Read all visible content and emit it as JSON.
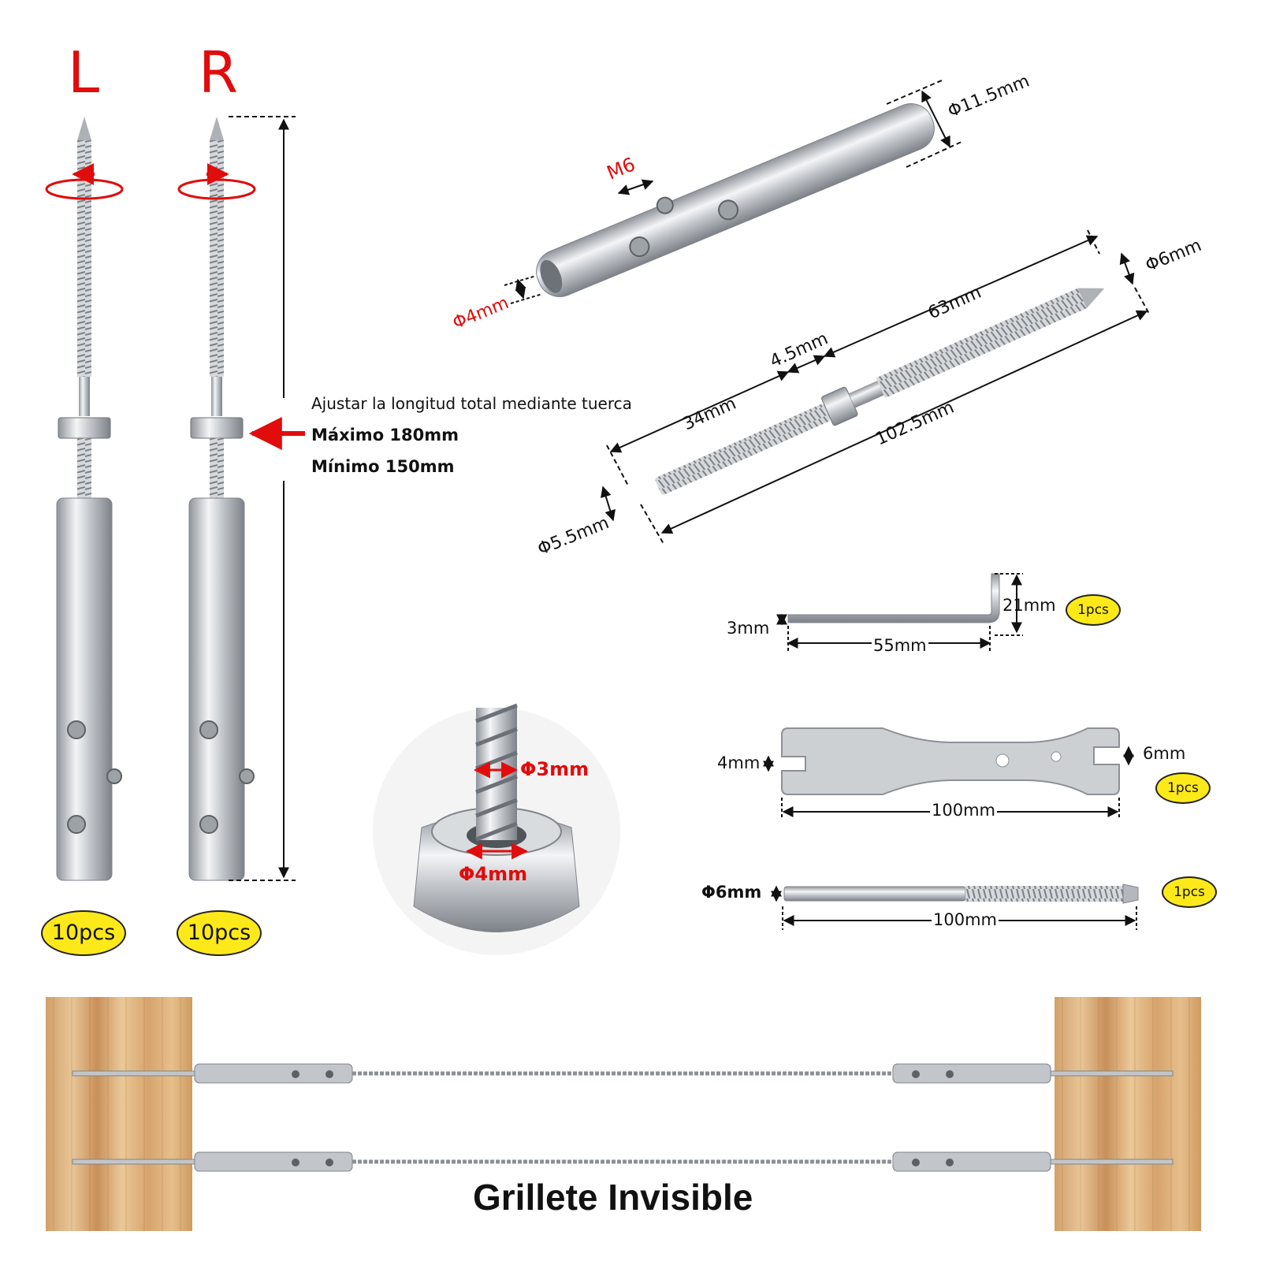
{
  "sides": {
    "left": "L",
    "right": "R"
  },
  "quantities": {
    "left_screw": "10pcs",
    "right_screw": "10pcs",
    "hex_key": "1pcs",
    "spanner": "1pcs",
    "drill_bit": "1pcs"
  },
  "length_note": {
    "adjust": "Ajustar la longitud total mediante tuerca",
    "max": "Máximo 180mm",
    "min": "Mínimo 150mm"
  },
  "tensioner_dims": {
    "thread": "M6",
    "outer_diameter": "Φ11.5mm",
    "bore": "Φ4mm"
  },
  "screw_dims": {
    "tip_diameter": "Φ6mm",
    "wood_thread": "63mm",
    "nut": "4.5mm",
    "machine_thread": "34mm",
    "total": "102.5mm",
    "rod_diameter": "Φ5.5mm"
  },
  "hex_key_dims": {
    "height": "21mm",
    "thickness": "3mm",
    "length": "55mm"
  },
  "spanner_dims": {
    "slot_right": "6mm",
    "slot_left": "4mm",
    "length": "100mm"
  },
  "drill_dims": {
    "diameter": "Φ6mm",
    "length": "100mm"
  },
  "cable_detail": {
    "cable": "Φ3mm",
    "hole": "Φ4mm"
  },
  "banner": {
    "title": "Grillete Invisible"
  },
  "colors": {
    "annotation_red": "#e10c0c",
    "badge_yellow": "#fde91a",
    "steel": "#c9ccd0",
    "wood": "#d9ad78"
  }
}
